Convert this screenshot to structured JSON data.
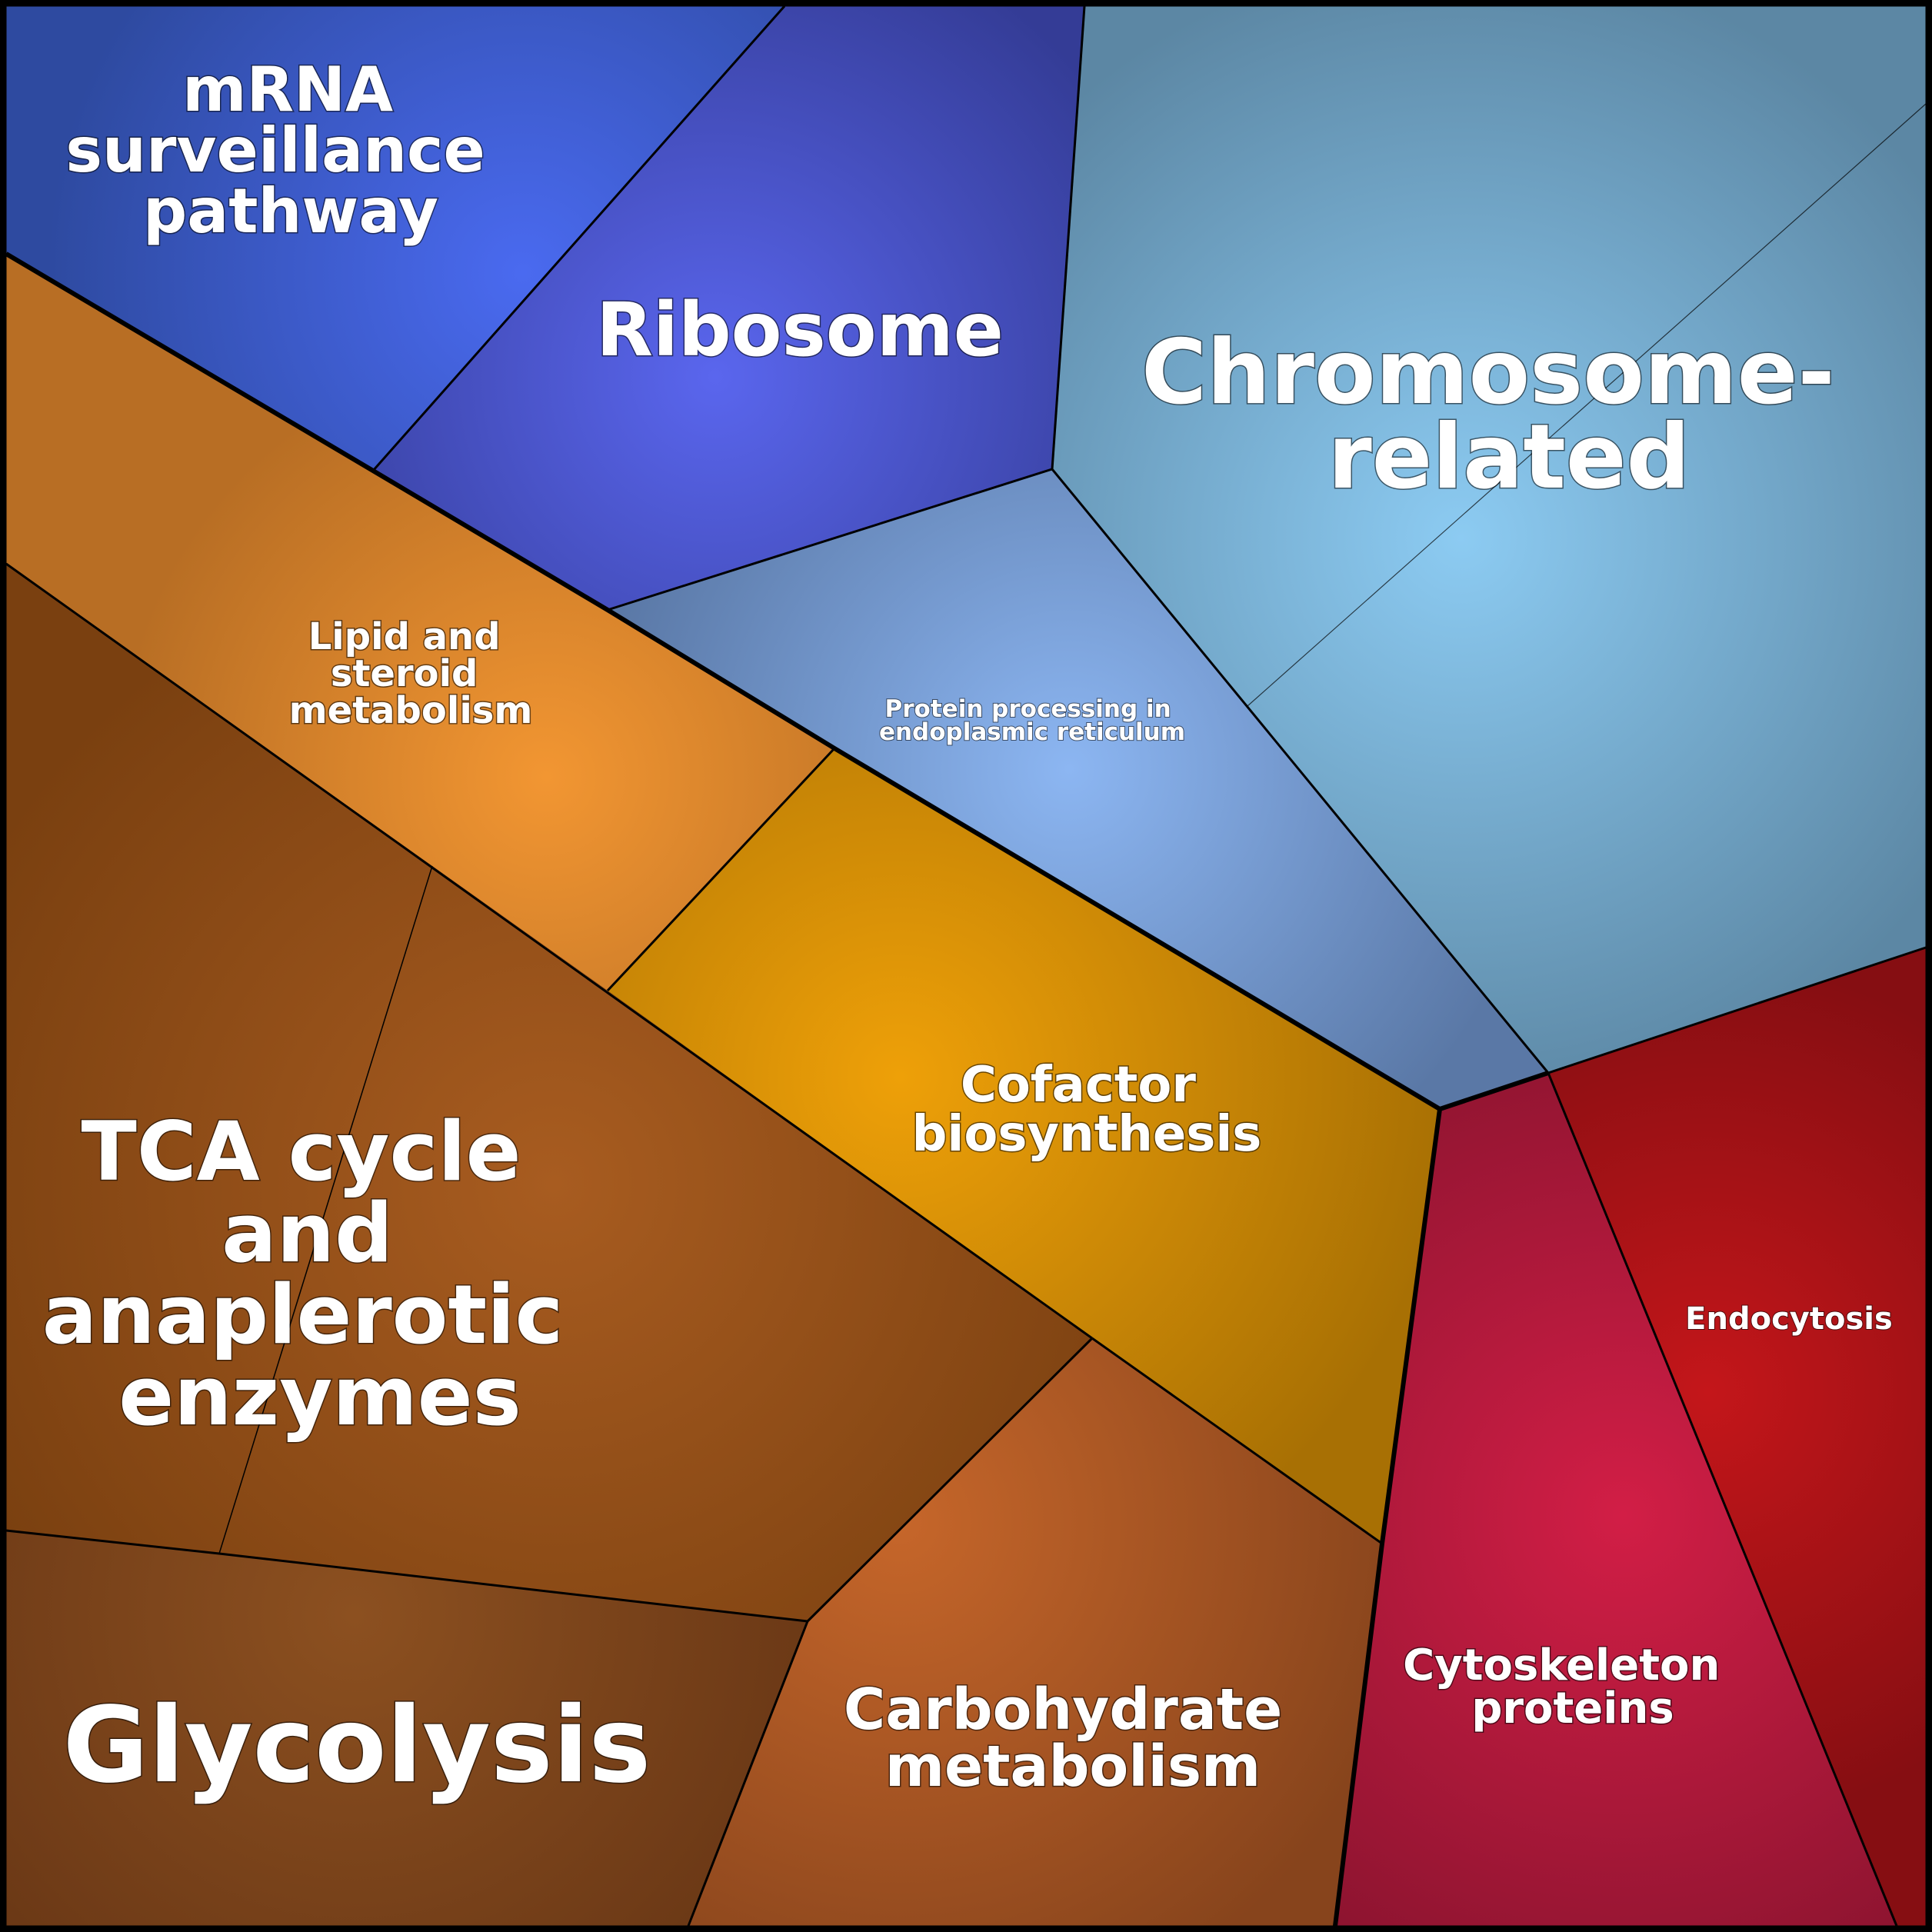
{
  "title": "Voronoi treemap of functional categories",
  "categories": [
    {
      "id": "mrna",
      "lines": [
        "mRNA",
        "surveillance",
        "pathway"
      ],
      "group": "genetic-information",
      "color": "#2e4aa0",
      "highlight": "#4a6af0"
    },
    {
      "id": "ribosome",
      "lines": [
        "Ribosome"
      ],
      "group": "genetic-information",
      "color": "#343c96",
      "highlight": "#5a66ee"
    },
    {
      "id": "chromosome",
      "lines": [
        "Chromosome-",
        "related"
      ],
      "group": "genetic-information",
      "color": "#5c87a4",
      "highlight": "#8ccbf2"
    },
    {
      "id": "protein",
      "lines": [
        "Protein processing in",
        "endoplasmic reticulum"
      ],
      "group": "genetic-information",
      "color": "#5a78a6",
      "highlight": "#8cb6f2"
    },
    {
      "id": "lipid",
      "lines": [
        "Lipid and",
        "steroid",
        "metabolism"
      ],
      "group": "metabolism",
      "color": "#b86e24",
      "highlight": "#f29632"
    },
    {
      "id": "cofactor",
      "lines": [
        "Cofactor",
        "biosynthesis"
      ],
      "group": "metabolism",
      "color": "#a87004",
      "highlight": "#eea008"
    },
    {
      "id": "tca",
      "lines": [
        "TCA cycle",
        "and",
        "anaplerotic",
        "enzymes"
      ],
      "group": "metabolism",
      "color": "#7a4010",
      "highlight": "#a85c20"
    },
    {
      "id": "glycolysis",
      "lines": [
        "Glycolysis"
      ],
      "group": "metabolism",
      "color": "#653414",
      "highlight": "#8c5020"
    },
    {
      "id": "carbohydrate",
      "lines": [
        "Carbohydrate",
        "metabolism"
      ],
      "group": "metabolism",
      "color": "#87441c",
      "highlight": "#c6662a"
    },
    {
      "id": "cytoskeleton",
      "lines": [
        "Cytoskeleton",
        "proteins"
      ],
      "group": "cellular-processes",
      "color": "#8e1430",
      "highlight": "#d21e46"
    },
    {
      "id": "endocytosis",
      "lines": [
        "Endocytosis"
      ],
      "group": "cellular-processes",
      "color": "#860e12",
      "highlight": "#c4161a"
    }
  ]
}
